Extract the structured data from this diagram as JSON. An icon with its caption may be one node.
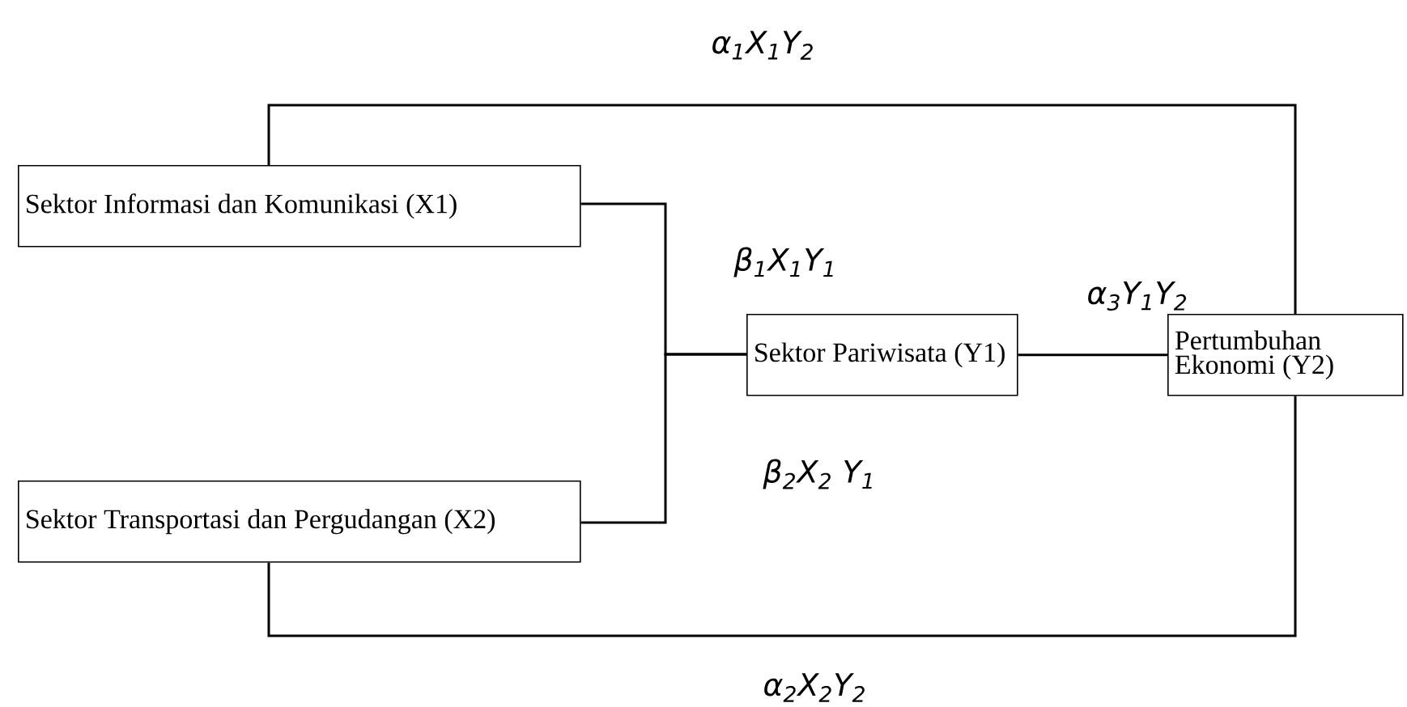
{
  "diagram": {
    "nodes": [
      {
        "text": [
          "Sektor Informasi dan Komunikasi (X1)"
        ]
      },
      {
        "text": [
          "Sektor Transportasi dan Pergudangan (X2)"
        ]
      },
      {
        "text": [
          "Sektor Pariwisata (Y1)"
        ]
      },
      {
        "text": [
          "Pertumbuhan Ekonomi (Y2)"
        ]
      }
    ],
    "edges": [
      {
        "from": 0,
        "to": 2,
        "arrow": "none",
        "label": "β$_{1}$X$_{1}$Y$_{1}$"
      },
      {
        "from": 1,
        "to": 2,
        "arrow": "none",
        "label": "β$_{2}$X$_{2}$ Y$_{1}$"
      },
      {
        "from": 2,
        "to": 3,
        "arrow": "none",
        "label": "α$_{3}$Y$_{1}$Y$_{2}$"
      },
      {
        "from": 0,
        "to": 3,
        "arrow": "none",
        "label": "α$_{1}$X$_{1}$Y$_{2}$"
      },
      {
        "from": 1,
        "to": 3,
        "arrow": "none",
        "label": "α$_{2}$X$_{2}$Y$_{2}$"
      }
    ]
  }
}
